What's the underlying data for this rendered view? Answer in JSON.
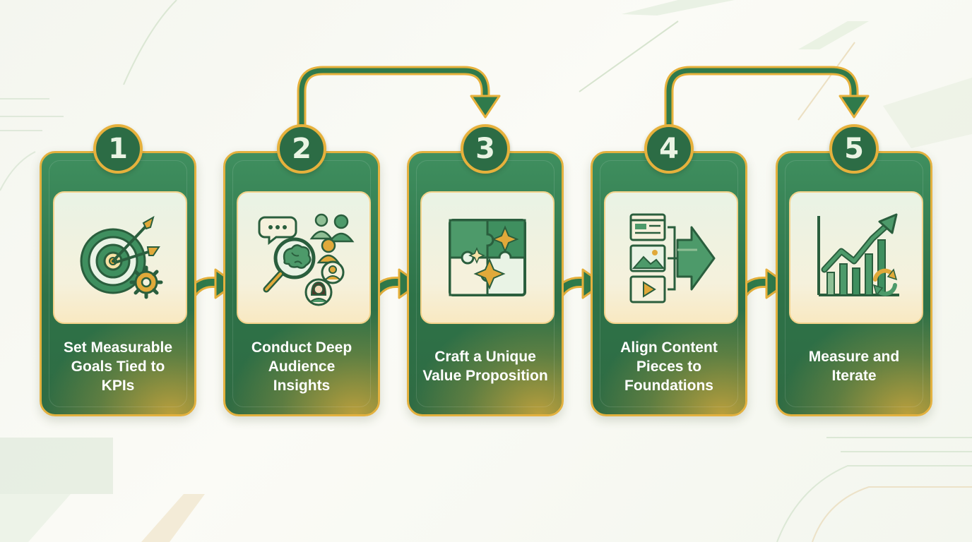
{
  "steps": [
    {
      "number": "1",
      "label": "Set Measurable Goals Tied to KPIs",
      "icon": "target-with-arrows-and-gear-icon"
    },
    {
      "number": "2",
      "label": "Conduct Deep Audience Insights",
      "icon": "magnifier-audience-brain-icon"
    },
    {
      "number": "3",
      "label": "Craft a Unique Value Proposition",
      "icon": "puzzle-sparkles-icon"
    },
    {
      "number": "4",
      "label": "Align Content Pieces to Foundations",
      "icon": "content-pieces-arrow-icon"
    },
    {
      "number": "5",
      "label": "Measure and Iterate",
      "icon": "growth-chart-refresh-icon"
    }
  ],
  "colors": {
    "card_green": "#2e7248",
    "accent_gold": "#e6b13c",
    "badge_green": "#2c6c45",
    "panel_light": "#eef5e9",
    "background": "#f7f8f2"
  }
}
